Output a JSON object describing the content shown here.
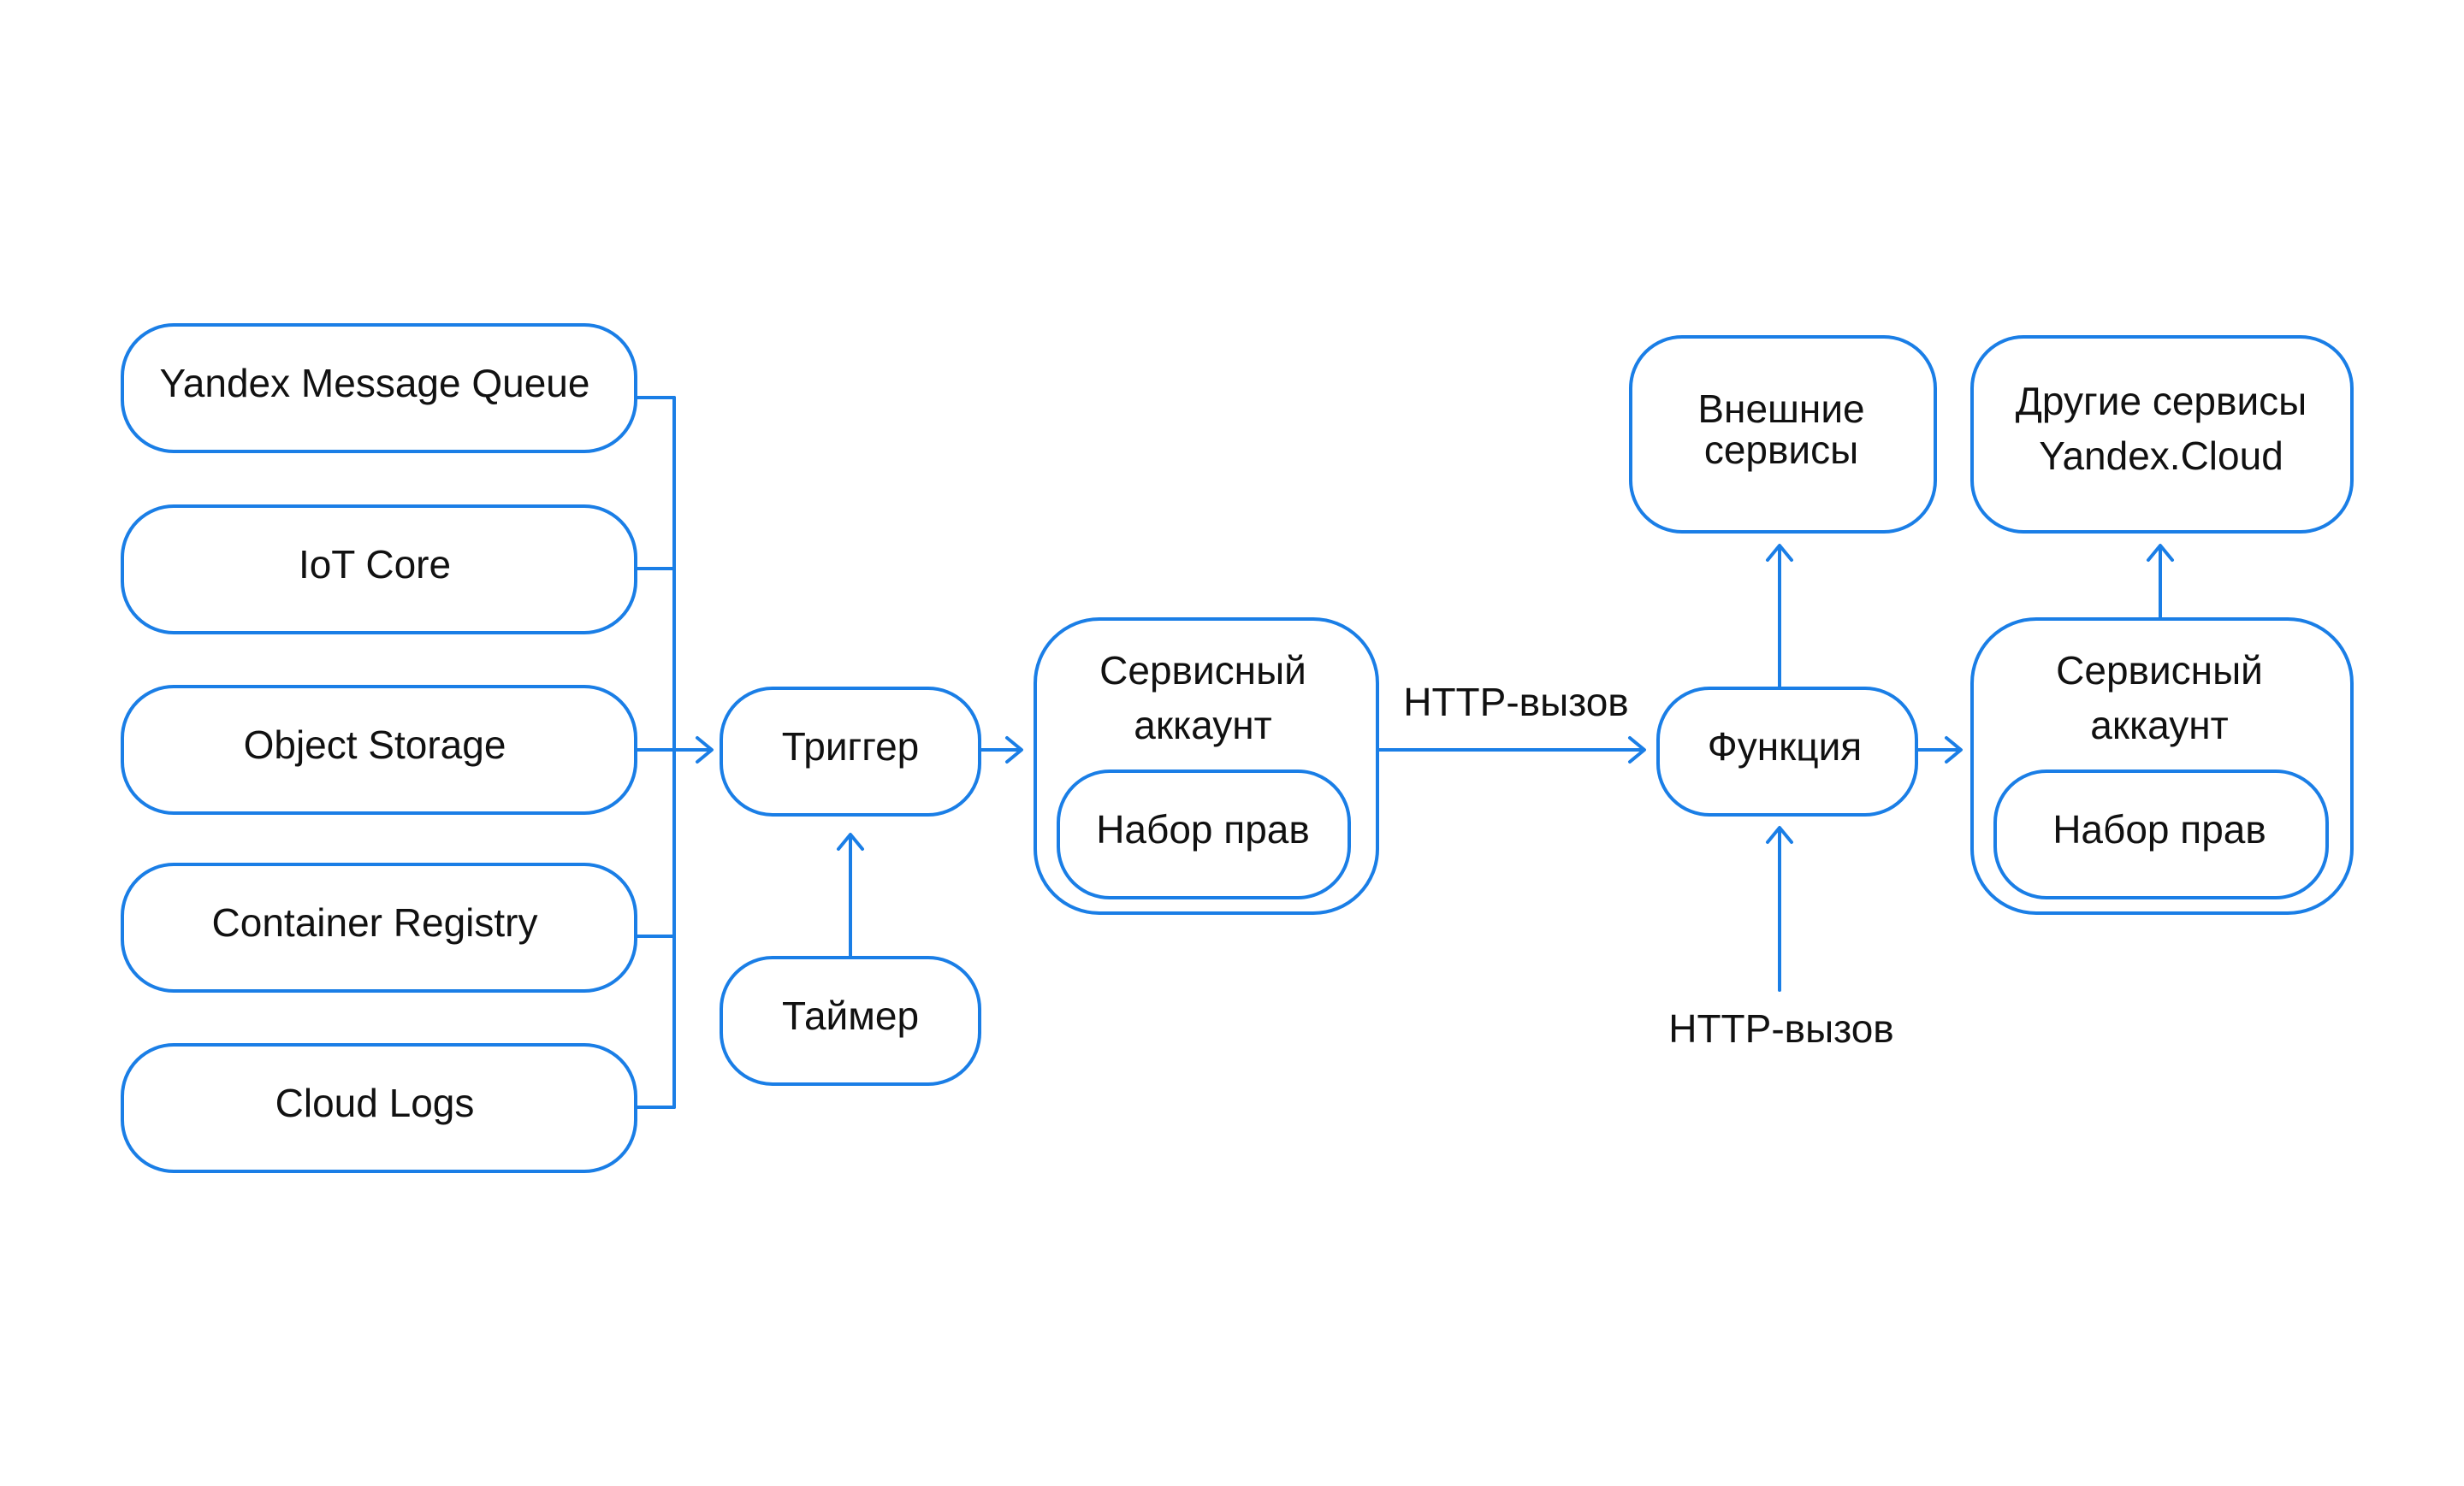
{
  "colors": {
    "stroke": "#1a7ee6",
    "text": "#111111",
    "background": "#ffffff"
  },
  "sources": {
    "ymq": "Yandex Message Queue",
    "iot": "IoT Core",
    "storage": "Object Storage",
    "registry": "Container Registry",
    "logs": "Cloud Logs"
  },
  "trigger": "Триггер",
  "timer": "Таймер",
  "service_account_left": {
    "line1": "Сервисный",
    "line2": "аккаунт",
    "permissions": "Набор прав"
  },
  "http_call_top": "HTTP-вызов",
  "function": "Функция",
  "http_call_bottom": "HTTP-вызов",
  "external_services": {
    "line1": "Внешние",
    "line2": "сервисы"
  },
  "other_services": {
    "line1": "Другие сервисы",
    "line2": "Yandex.Cloud"
  },
  "service_account_right": {
    "line1": "Сервисный",
    "line2": "аккаунт",
    "permissions": "Набор прав"
  }
}
